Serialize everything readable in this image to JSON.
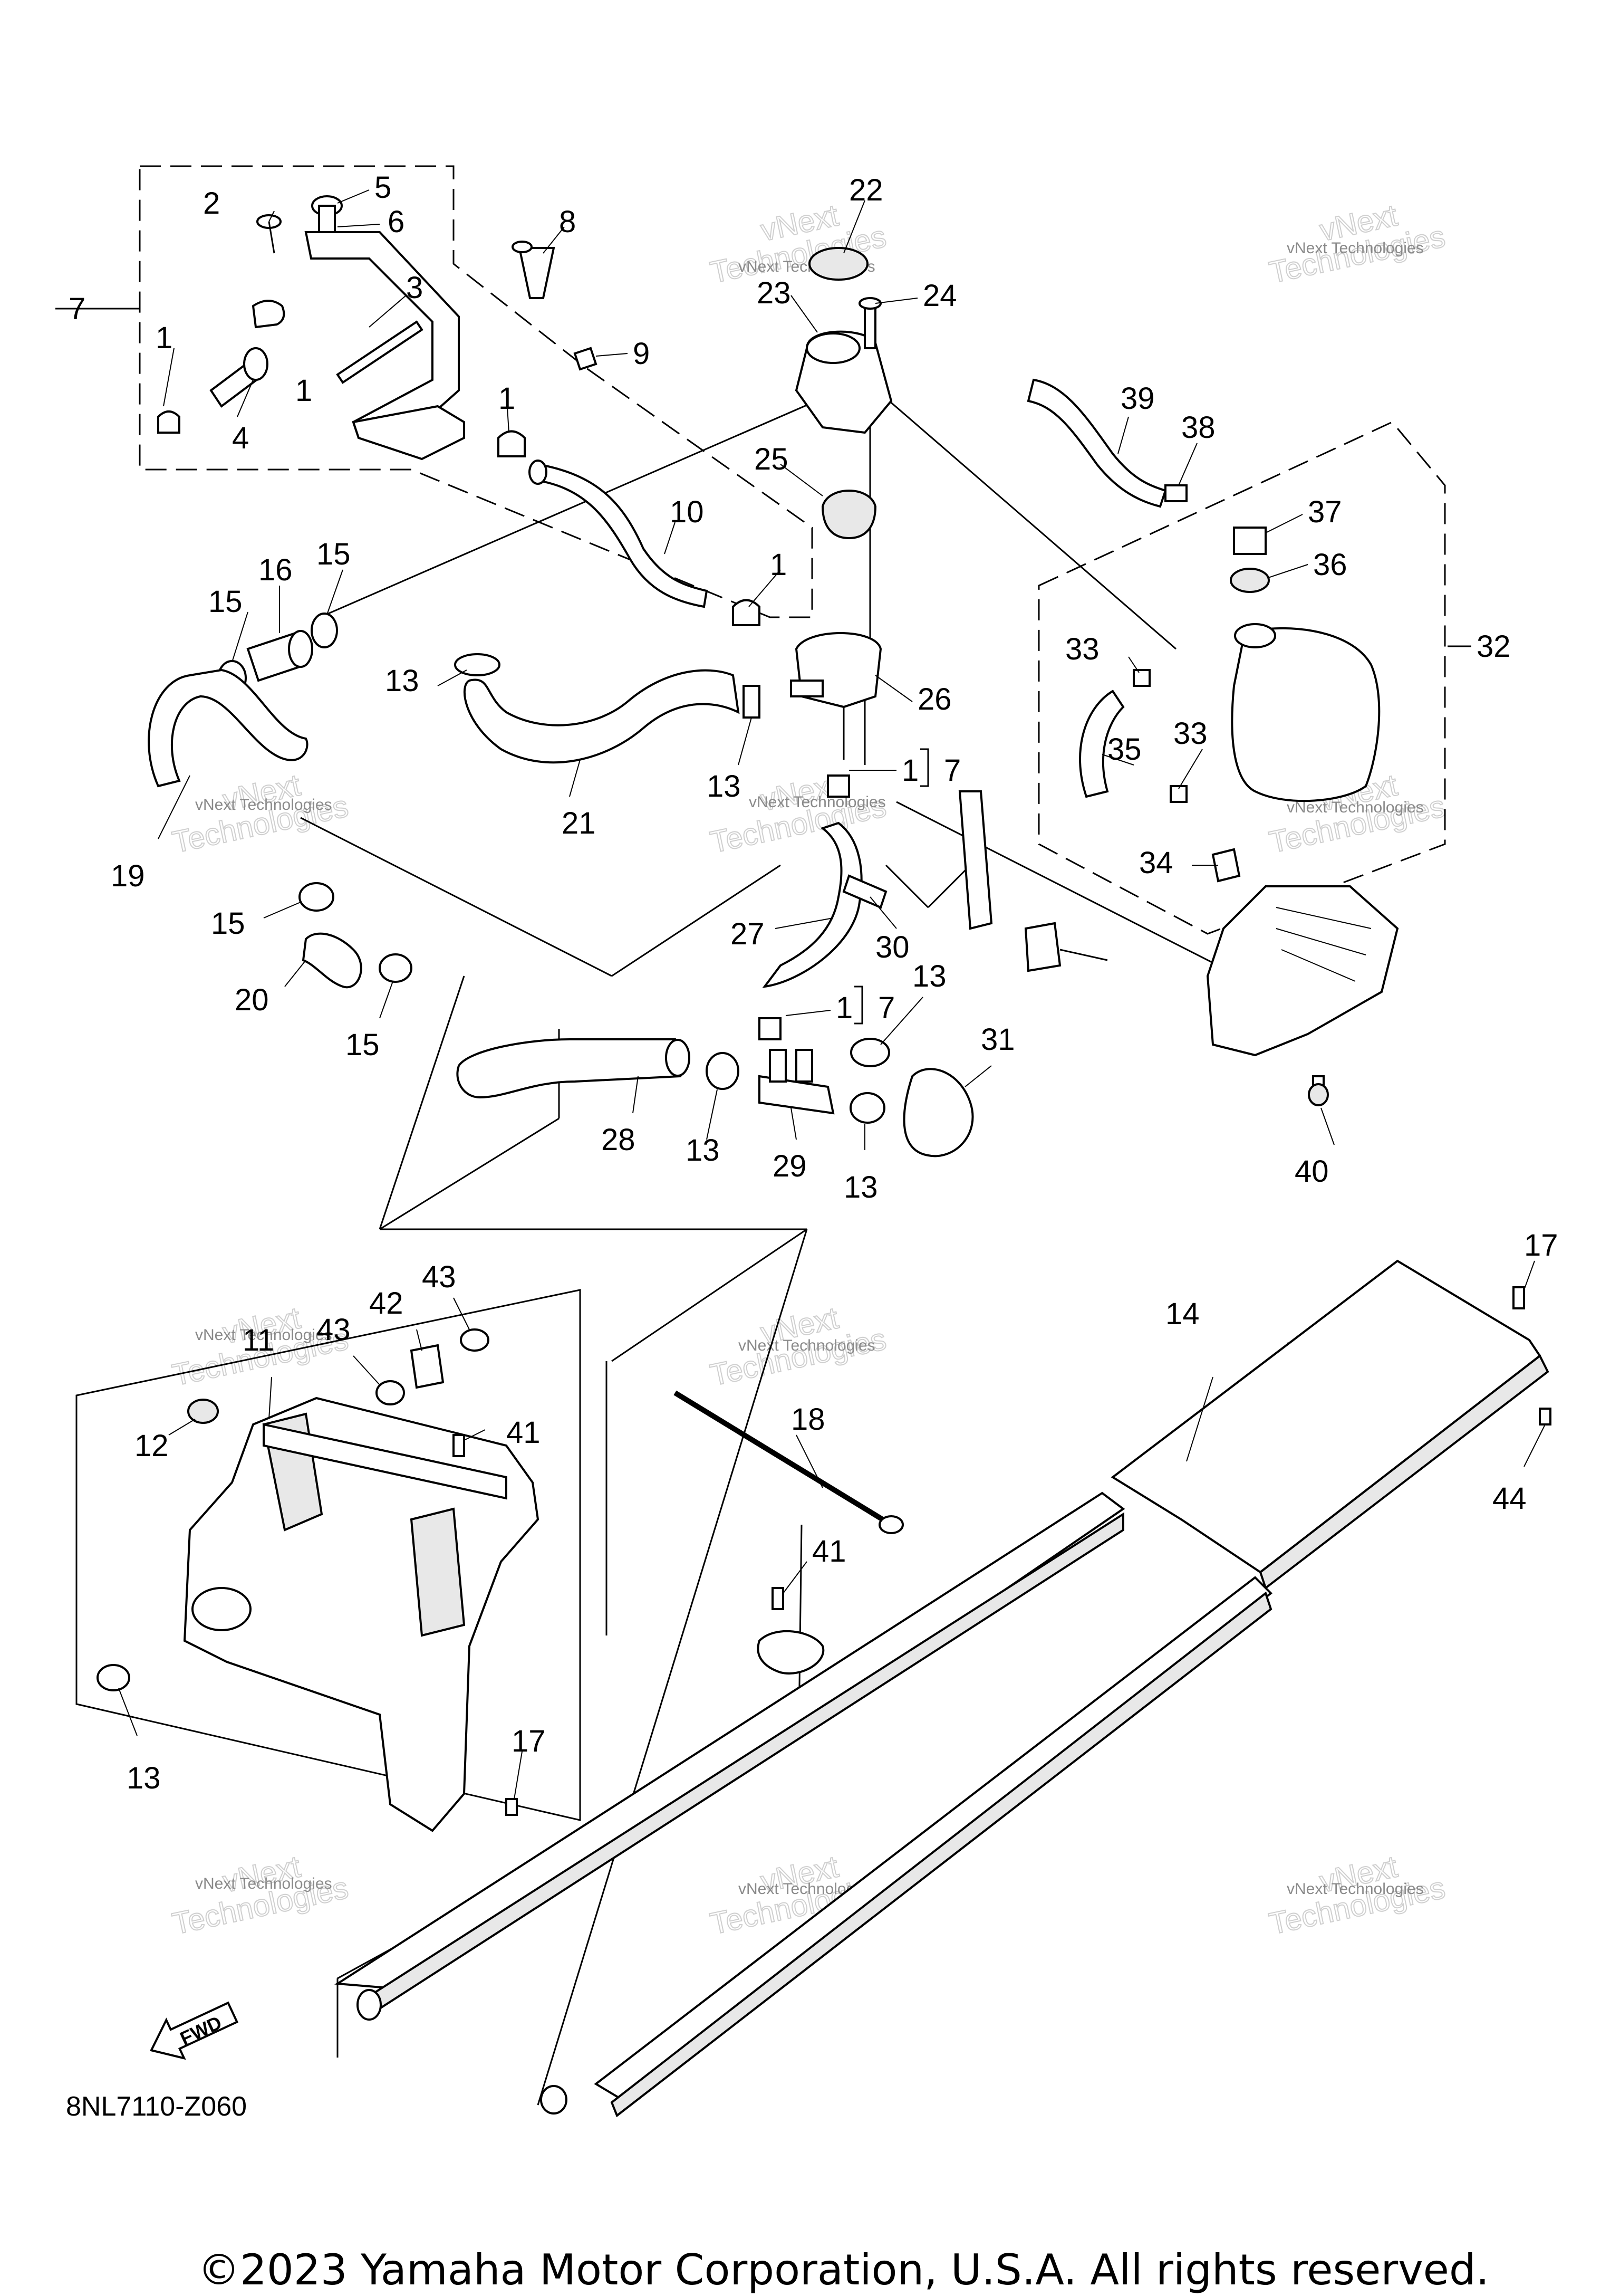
{
  "diagram_code": "8NL7110-Z060",
  "copyright": "©2023 Yamaha Motor Corporation, U.S.A. All rights reserved.",
  "fwd_label": "FWD",
  "watermark": {
    "line1": "vNext",
    "line2": "Technologies",
    "small": "vNext Technologies"
  },
  "callouts": [
    {
      "id": "c1a",
      "text": "1"
    },
    {
      "id": "c1b",
      "text": "1"
    },
    {
      "id": "c1c",
      "text": "1"
    },
    {
      "id": "c1d",
      "text": "1"
    },
    {
      "id": "c2",
      "text": "2"
    },
    {
      "id": "c3",
      "text": "3"
    },
    {
      "id": "c4",
      "text": "4"
    },
    {
      "id": "c5",
      "text": "5"
    },
    {
      "id": "c6",
      "text": "6"
    },
    {
      "id": "c7a",
      "text": "7"
    },
    {
      "id": "c8",
      "text": "8"
    },
    {
      "id": "c9",
      "text": "9"
    },
    {
      "id": "c10",
      "text": "10"
    },
    {
      "id": "c11",
      "text": "11"
    },
    {
      "id": "c12",
      "text": "12"
    },
    {
      "id": "c13a",
      "text": "13"
    },
    {
      "id": "c13b",
      "text": "13"
    },
    {
      "id": "c13c",
      "text": "13"
    },
    {
      "id": "c13d",
      "text": "13"
    },
    {
      "id": "c13e",
      "text": "13"
    },
    {
      "id": "c13f",
      "text": "13"
    },
    {
      "id": "c14",
      "text": "14"
    },
    {
      "id": "c15a",
      "text": "15"
    },
    {
      "id": "c15b",
      "text": "15"
    },
    {
      "id": "c15c",
      "text": "15"
    },
    {
      "id": "c15d",
      "text": "15"
    },
    {
      "id": "c16",
      "text": "16"
    },
    {
      "id": "c17a",
      "text": "17"
    },
    {
      "id": "c17b",
      "text": "17"
    },
    {
      "id": "c18",
      "text": "18"
    },
    {
      "id": "c19",
      "text": "19"
    },
    {
      "id": "c20",
      "text": "20"
    },
    {
      "id": "c21",
      "text": "21"
    },
    {
      "id": "c22",
      "text": "22"
    },
    {
      "id": "c23",
      "text": "23"
    },
    {
      "id": "c24",
      "text": "24"
    },
    {
      "id": "c25",
      "text": "25"
    },
    {
      "id": "c26",
      "text": "26"
    },
    {
      "id": "c27",
      "text": "27"
    },
    {
      "id": "c28",
      "text": "28"
    },
    {
      "id": "c29",
      "text": "29"
    },
    {
      "id": "c30",
      "text": "30"
    },
    {
      "id": "c31",
      "text": "31"
    },
    {
      "id": "c32",
      "text": "32"
    },
    {
      "id": "c33a",
      "text": "33"
    },
    {
      "id": "c33b",
      "text": "33"
    },
    {
      "id": "c34",
      "text": "34"
    },
    {
      "id": "c35",
      "text": "35"
    },
    {
      "id": "c36",
      "text": "36"
    },
    {
      "id": "c37",
      "text": "37"
    },
    {
      "id": "c38",
      "text": "38"
    },
    {
      "id": "c39",
      "text": "39"
    },
    {
      "id": "c40",
      "text": "40"
    },
    {
      "id": "c41a",
      "text": "41"
    },
    {
      "id": "c41b",
      "text": "41"
    },
    {
      "id": "c42",
      "text": "42"
    },
    {
      "id": "c43a",
      "text": "43"
    },
    {
      "id": "c43b",
      "text": "43"
    },
    {
      "id": "c44",
      "text": "44"
    }
  ],
  "ref_groups": [
    {
      "id": "r1",
      "num": "1",
      "ref": "7"
    },
    {
      "id": "r2",
      "num": "1",
      "ref": "7"
    }
  ]
}
